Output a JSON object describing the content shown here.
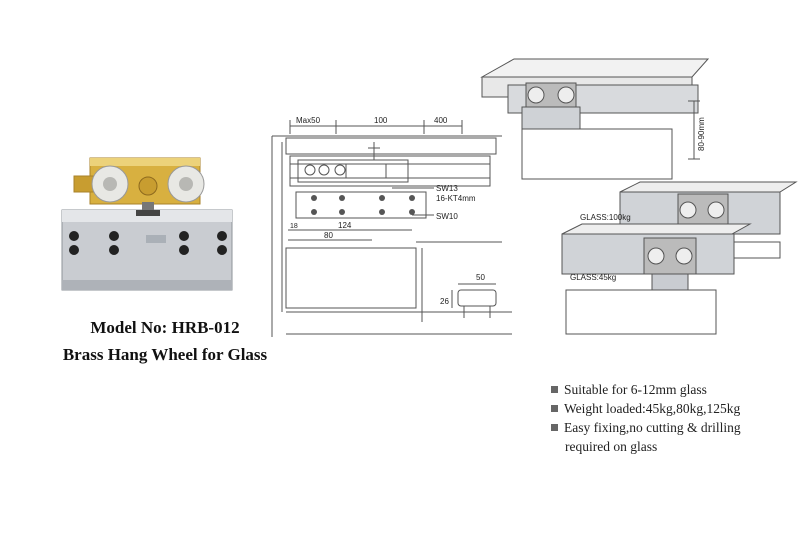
{
  "product": {
    "model_line": "Model No: HRB-012",
    "name_line": "Brass Hang Wheel for Glass"
  },
  "drawing": {
    "dim_max50": "Max50",
    "dim_100": "100",
    "dim_400": "400",
    "label_sw13": "SW13",
    "label_kt": "16-KT4mm",
    "label_sw10": "SW10",
    "dim_18": "18",
    "dim_124": "124",
    "dim_80": "80",
    "dim_50": "50",
    "dim_26": "26"
  },
  "install": {
    "height_range": "80-90mm",
    "glass_top": "GLASS:100kg",
    "glass_bottom": "GLASS:45kg"
  },
  "features": [
    "Suitable for 6-12mm glass",
    "Weight loaded:45kg,80kg,125kg",
    "Easy fixing,no cutting & drilling",
    "required on glass"
  ],
  "colors": {
    "brass": "#d8b040",
    "aluminium": "#c9ccd1",
    "line": "#555555"
  }
}
